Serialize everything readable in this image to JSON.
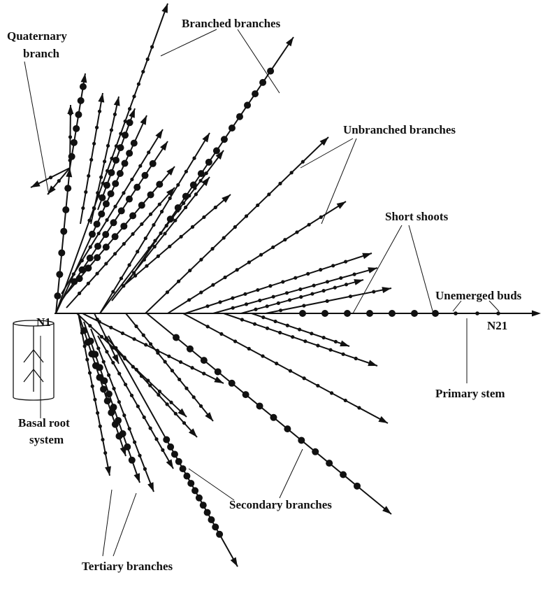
{
  "labels": {
    "quaternary_line1": "Quaternary",
    "quaternary_line2": "branch",
    "branched_branches": "Branched branches",
    "unbranched_branches": "Unbranched branches",
    "short_shoots": "Short shoots",
    "unemerged_buds": "Unemerged buds",
    "n1": "N1",
    "n21": "N21",
    "primary_stem": "Primary stem",
    "basal_root_line1": "Basal root",
    "basal_root_line2": "system",
    "secondary_branches": "Secondary branches",
    "tertiary_branches": "Tertiary branches"
  },
  "icons": {
    "branch_end": "arrowhead",
    "node": "filled-circle",
    "root_container": "cylinder-pot"
  },
  "colors": {
    "ink": "#111111",
    "background": "#ffffff"
  }
}
